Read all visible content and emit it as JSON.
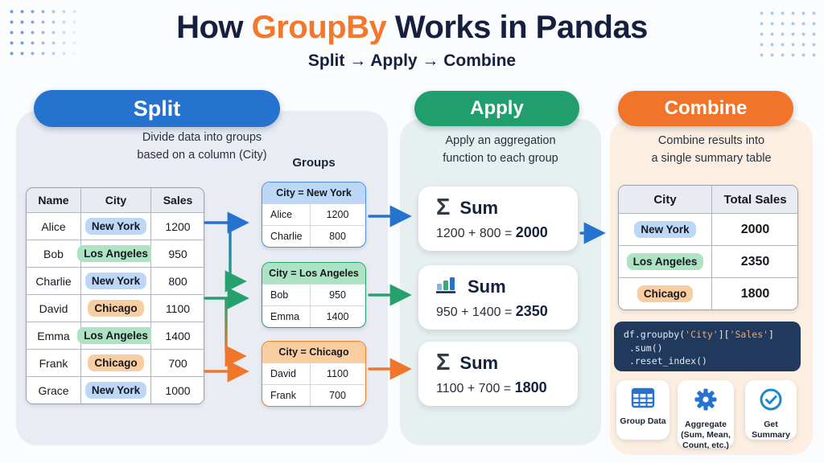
{
  "header": {
    "title_prefix": "How ",
    "title_highlight": "GroupBy",
    "title_suffix": " Works in Pandas",
    "subtitle": "Split → Apply → Combine"
  },
  "colors": {
    "split_accent": "#2673cf",
    "apply_accent": "#219e6e",
    "combine_accent": "#f0752b",
    "title_navy": "#16203e",
    "highlight_orange": "#f4772a",
    "city_blue": "#bdd8f7",
    "city_green": "#ade2c3",
    "city_orange": "#f8cda2",
    "code_bg": "#20395c",
    "code_string": "#e8a87c"
  },
  "split": {
    "label": "Split",
    "description_line1": "Divide data into groups",
    "description_line2": "based on a column (City)",
    "table": {
      "headers": [
        "Name",
        "City",
        "Sales"
      ],
      "rows": [
        {
          "name": "Alice",
          "city": "New York",
          "city_color": "blue",
          "sales": "1200"
        },
        {
          "name": "Bob",
          "city": "Los Angeles",
          "city_color": "green",
          "sales": "950"
        },
        {
          "name": "Charlie",
          "city": "New York",
          "city_color": "blue",
          "sales": "800"
        },
        {
          "name": "David",
          "city": "Chicago",
          "city_color": "orange",
          "sales": "1100"
        },
        {
          "name": "Emma",
          "city": "Los Angeles",
          "city_color": "green",
          "sales": "1400"
        },
        {
          "name": "Frank",
          "city": "Chicago",
          "city_color": "orange",
          "sales": "700"
        },
        {
          "name": "Grace",
          "city": "New York",
          "city_color": "blue",
          "sales": "1000"
        }
      ]
    },
    "groups_label": "Groups",
    "groups": [
      {
        "title": "City = New York",
        "color": "blue",
        "rows": [
          {
            "name": "Alice",
            "value": "1200"
          },
          {
            "name": "Charlie",
            "value": "800"
          }
        ]
      },
      {
        "title": "City = Los Angeles",
        "color": "green",
        "rows": [
          {
            "name": "Bob",
            "value": "950"
          },
          {
            "name": "Emma",
            "value": "1400"
          }
        ]
      },
      {
        "title": "City = Chicago",
        "color": "orange",
        "rows": [
          {
            "name": "David",
            "value": "1100"
          },
          {
            "name": "Frank",
            "value": "700"
          }
        ]
      }
    ]
  },
  "apply": {
    "label": "Apply",
    "description_line1": "Apply an aggregation",
    "description_line2": "function to each group",
    "cards": [
      {
        "icon": "sigma-icon",
        "title": "Sum",
        "equation": "1200 + 800 = ",
        "result": "2000"
      },
      {
        "icon": "bar-chart-icon",
        "title": "Sum",
        "equation": "950 + 1400 = ",
        "result": "2350"
      },
      {
        "icon": "sigma-icon",
        "title": "Sum",
        "equation": "1100 + 700 = ",
        "result": "1800"
      }
    ],
    "sigma_glyph": "Σ"
  },
  "combine": {
    "label": "Combine",
    "description_line1": "Combine results into",
    "description_line2": "a single summary table",
    "table": {
      "headers": [
        "City",
        "Total Sales"
      ],
      "rows": [
        {
          "city": "New York",
          "color": "blue",
          "total": "2000"
        },
        {
          "city": "Los Angeles",
          "color": "green",
          "total": "2350"
        },
        {
          "city": "Chicago",
          "color": "orange",
          "total": "1800"
        }
      ]
    },
    "code": {
      "line1_prefix": "df.groupby(",
      "line1_string1": "'City'",
      "line1_mid": "][",
      "line1_string2": "'Sales'",
      "line1_suffix": "]",
      "line2": ".sum()",
      "line3": ".reset_index()"
    },
    "badges": [
      {
        "icon": "table-icon",
        "label": "Group Data"
      },
      {
        "icon": "gear-icon",
        "label": "Aggregate (Sum, Mean, Count, etc.)"
      },
      {
        "icon": "check-circle-icon",
        "label": "Get Summary"
      }
    ]
  }
}
